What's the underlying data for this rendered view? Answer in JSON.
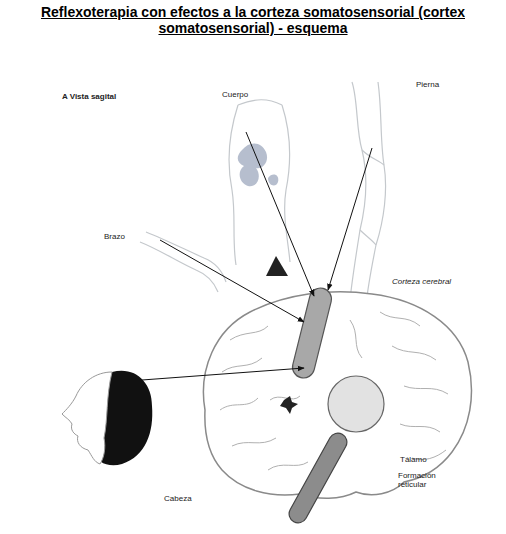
{
  "diagram": {
    "title": "Reflexoterapia con efectos a la corteza somatosensorial (cortex somatosensorial) - esquema",
    "labels": [
      "A Vista sagital",
      "Cuerpo",
      "Pierna",
      "Brazo",
      "Corteza cerebral",
      "Cabeza",
      "Tálamo",
      "Formación reticular"
    ]
  }
}
